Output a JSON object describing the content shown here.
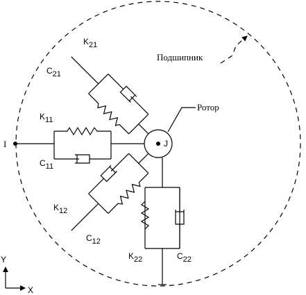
{
  "labels": {
    "bearing": "Подшипник",
    "rotor": "Ротор",
    "rotor_mass": "J",
    "ground_node": "I",
    "k21": {
      "main": "K",
      "sub": "21"
    },
    "c21": {
      "main": "C",
      "sub": "21"
    },
    "k11": {
      "main": "K",
      "sub": "11"
    },
    "c11": {
      "main": "C",
      "sub": "11"
    },
    "k12": {
      "main": "K",
      "sub": "12"
    },
    "c12": {
      "main": "C",
      "sub": "12"
    },
    "k22": {
      "main": "K",
      "sub": "22"
    },
    "c22": {
      "main": "C",
      "sub": "22"
    },
    "axis_y": "Y",
    "axis_x": "X"
  }
}
